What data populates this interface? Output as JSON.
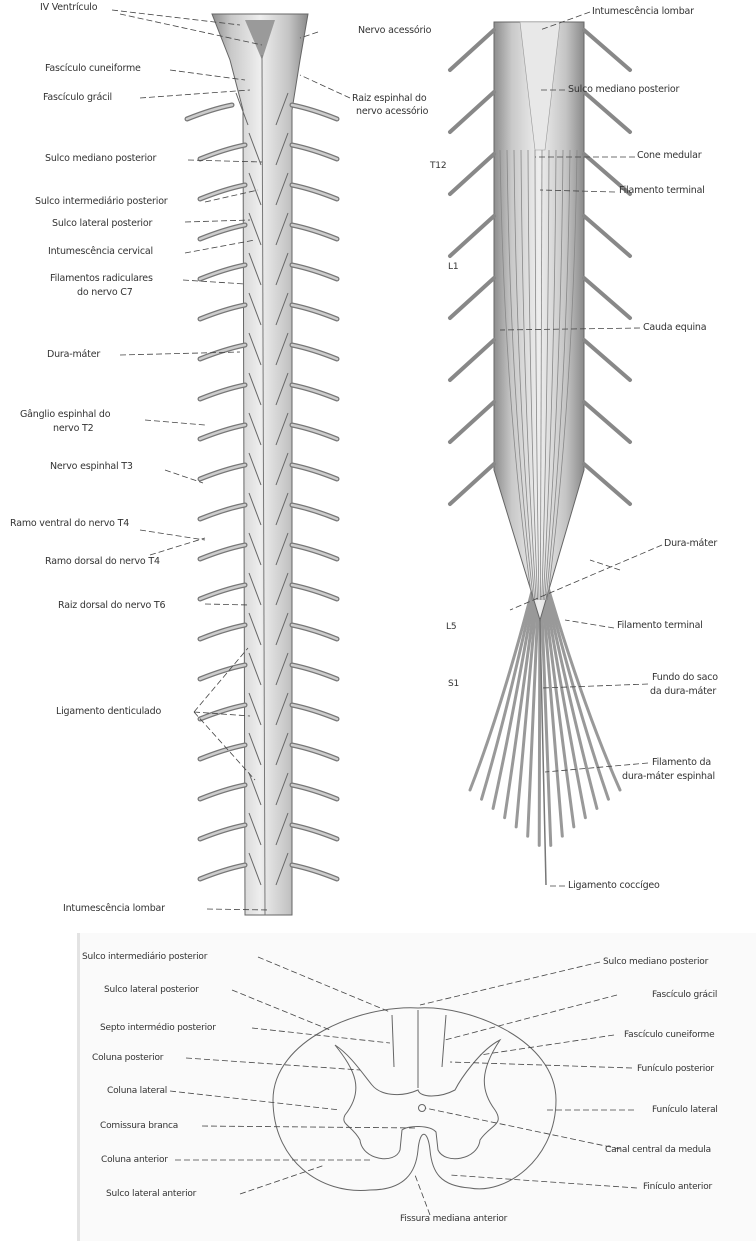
{
  "posterior_view": {
    "labels": {
      "iv_ventriculo": "IV Ventrículo",
      "nervo_acessorio": "Nervo acessório",
      "fasciculo_cuneiforme": "Fascículo cuneiforme",
      "fasciculo_gracil": "Fascículo grácil",
      "raiz_espinhal_1": "Raiz espinhal do",
      "raiz_espinhal_2": "nervo acessório",
      "sulco_mediano_posterior": "Sulco mediano posterior",
      "sulco_intermediario_posterior": "Sulco intermediário posterior",
      "sulco_lateral_posterior": "Sulco lateral posterior",
      "intumescencia_cervical": "Intumescência cervical",
      "filamentos_radiculares_1": "Filamentos radiculares",
      "filamentos_radiculares_2": "do nervo C7",
      "dura_mater": "Dura-máter",
      "ganglio_espinhal_1": "Gânglio espinhal do",
      "ganglio_espinhal_2": "nervo T2",
      "nervo_espinhal_t3": "Nervo espinhal T3",
      "ramo_ventral_t4": "Ramo ventral do nervo T4",
      "ramo_dorsal_t4": "Ramo dorsal do nervo T4",
      "raiz_dorsal_t6": "Raiz dorsal do nervo T6",
      "ligamento_denticulado": "Ligamento denticulado",
      "intumescencia_lombar": "Intumescência lombar"
    }
  },
  "lumbar_view": {
    "labels": {
      "intumescencia_lombar": "Intumescência lombar",
      "sulco_mediano_posterior": "Sulco mediano posterior",
      "cone_medular": "Cone medular",
      "filamento_terminal_1": "Filamento terminal",
      "cauda_equina": "Cauda equina",
      "dura_mater": "Dura-máter",
      "filamento_terminal_2": "Filamento terminal",
      "fundo_saco_1": "Fundo do saco",
      "fundo_saco_2": "da dura-máter",
      "filamento_dura_1": "Filamento da",
      "filamento_dura_2": "dura-máter espinhal",
      "ligamento_coccigeo": "Ligamento coccígeo"
    },
    "levels": {
      "t12": "T12",
      "l1": "L1",
      "l5": "L5",
      "s1": "S1"
    }
  },
  "cross_section": {
    "labels": {
      "sulco_intermediario_posterior": "Sulco intermediário posterior",
      "sulco_lateral_posterior": "Sulco lateral posterior",
      "septo_intermedio_posterior": "Septo intermédio posterior",
      "coluna_posterior": "Coluna posterior",
      "coluna_lateral": "Coluna lateral",
      "comissura_branca": "Comissura branca",
      "coluna_anterior": "Coluna anterior",
      "sulco_lateral_anterior": "Sulco lateral anterior",
      "fissura_mediana_anterior": "Fissura mediana anterior",
      "sulco_mediano_posterior": "Sulco mediano posterior",
      "fasciculo_gracil": "Fascículo grácil",
      "fasciculo_cuneiforme": "Fascículo cuneiforme",
      "funiculo_posterior": "Funículo posterior",
      "funiculo_lateral": "Funículo lateral",
      "canal_central": "Canal central da medula",
      "finiculo_anterior": "Finículo anterior"
    }
  }
}
